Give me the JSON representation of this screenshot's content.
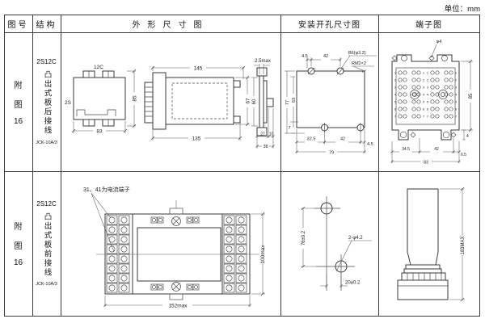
{
  "unit_label": "单位：mm",
  "header": {
    "fig_no": "图号",
    "structure": "结构",
    "outline": "外形尺寸图",
    "mounting": "安装开孔尺寸图",
    "terminal": "端子图"
  },
  "rows": [
    {
      "fig_no": [
        "附",
        "图",
        "16"
      ],
      "structure": {
        "model": "2S12C",
        "mount": "凸出式板后接线",
        "relay": "JCK-10A/3"
      },
      "outline": {
        "front": {
          "top": "12C",
          "side": "2S",
          "width": "83",
          "height": "85"
        },
        "side": {
          "overall": "145",
          "body": "135",
          "height": "67"
        },
        "profile": {
          "panel": "2.5max",
          "height": "60",
          "d1": "27",
          "d2": "10",
          "total": "38"
        }
      },
      "mounting": {
        "t1": "4.5",
        "t2": "42",
        "hole": "B6(φ3.2)",
        "thread": "RM2×2",
        "h_total": "77",
        "h_inner": "63",
        "h_foot": "7",
        "b1": "32.5",
        "b2": "42",
        "b3": "4.5",
        "b_total": "79"
      },
      "terminal": {
        "screw": "φ4",
        "height": "85",
        "foot": "4",
        "b1": "34.5",
        "b2": "42",
        "b3": "6.5",
        "b_total": "83",
        "row_nums": [
          "1",
          "2",
          "3",
          "4",
          "5",
          "6",
          "7"
        ]
      }
    },
    {
      "fig_no": [
        "附",
        "图",
        "16"
      ],
      "structure": {
        "model": "2S12C",
        "mount": "凸出式板前接线",
        "relay": "JCK-10A/3"
      },
      "outline": {
        "note": "31、41为电流端子",
        "width": "152max",
        "height": "100max"
      },
      "mounting": {
        "v": "76±0.2",
        "h": "20±0.2",
        "hole": "2-φ4.2"
      },
      "terminal": {
        "height": "183MAX"
      }
    }
  ]
}
